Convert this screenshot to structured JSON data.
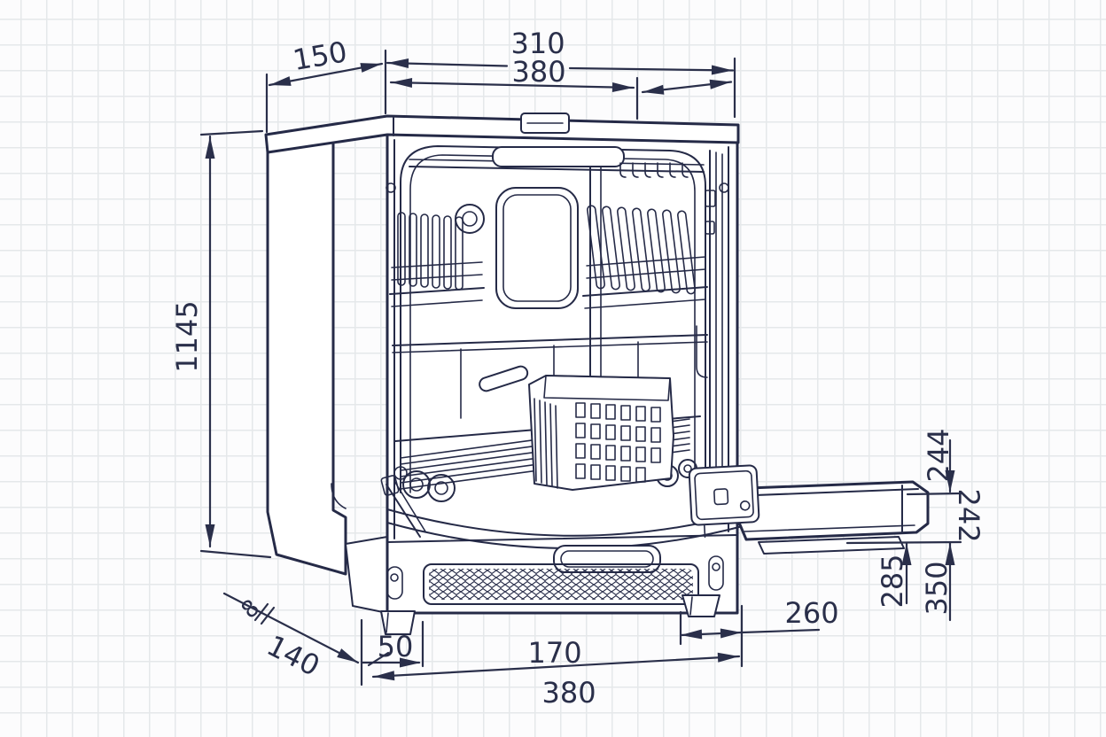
{
  "drawing": {
    "kind": "technical-dimension-diagram",
    "subject": "dishwasher-open-door-line-art",
    "colors": {
      "line": "#252a47",
      "dimension": "#2a2f4a",
      "grid": "#e5e8ea",
      "background": "#fcfcfd"
    }
  },
  "dims": {
    "top": {
      "d150": "150",
      "d310": "310",
      "d380": "380"
    },
    "left": {
      "d1145": "1145"
    },
    "right": {
      "d244": "244",
      "d242": "242",
      "d285": "285",
      "d350": "350",
      "d260": "260"
    },
    "bottom": {
      "d8": "8",
      "d140": "140",
      "d50": "50",
      "d170": "170",
      "d380": "380"
    }
  }
}
